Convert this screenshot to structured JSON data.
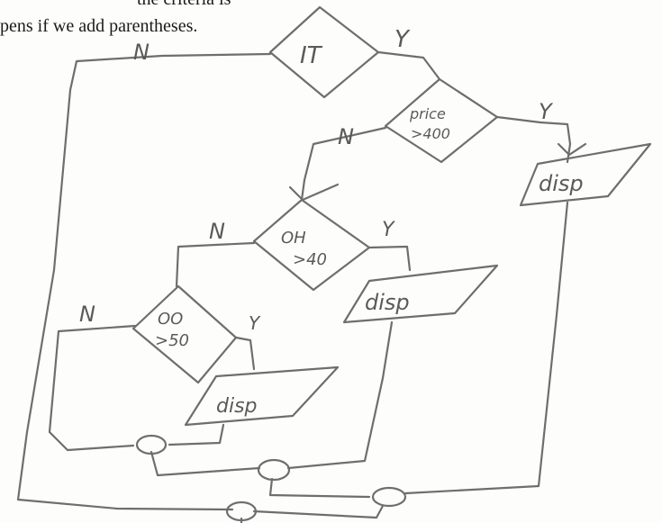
{
  "header": {
    "clipped_text": "the criteria is met.",
    "text": "pens if we add parentheses."
  },
  "flowchart": {
    "decisions": [
      {
        "id": "it",
        "label": "IT"
      },
      {
        "id": "price",
        "label_line1": "price",
        "label_line2": ">400"
      },
      {
        "id": "oh",
        "label_line1": "OH",
        "label_line2": ">40"
      },
      {
        "id": "oo",
        "label_line1": "OO",
        "label_line2": ">50"
      }
    ],
    "outputs": [
      {
        "id": "disp1",
        "label": "disp"
      },
      {
        "id": "disp2",
        "label": "disp"
      },
      {
        "id": "disp3",
        "label": "disp"
      }
    ],
    "branch_labels": {
      "it_no": "N",
      "it_yes": "Y",
      "price_no": "N",
      "price_yes": "Y",
      "oh_no": "N",
      "oh_yes": "Y",
      "oo_no": "N",
      "oo_yes": "Y"
    }
  }
}
